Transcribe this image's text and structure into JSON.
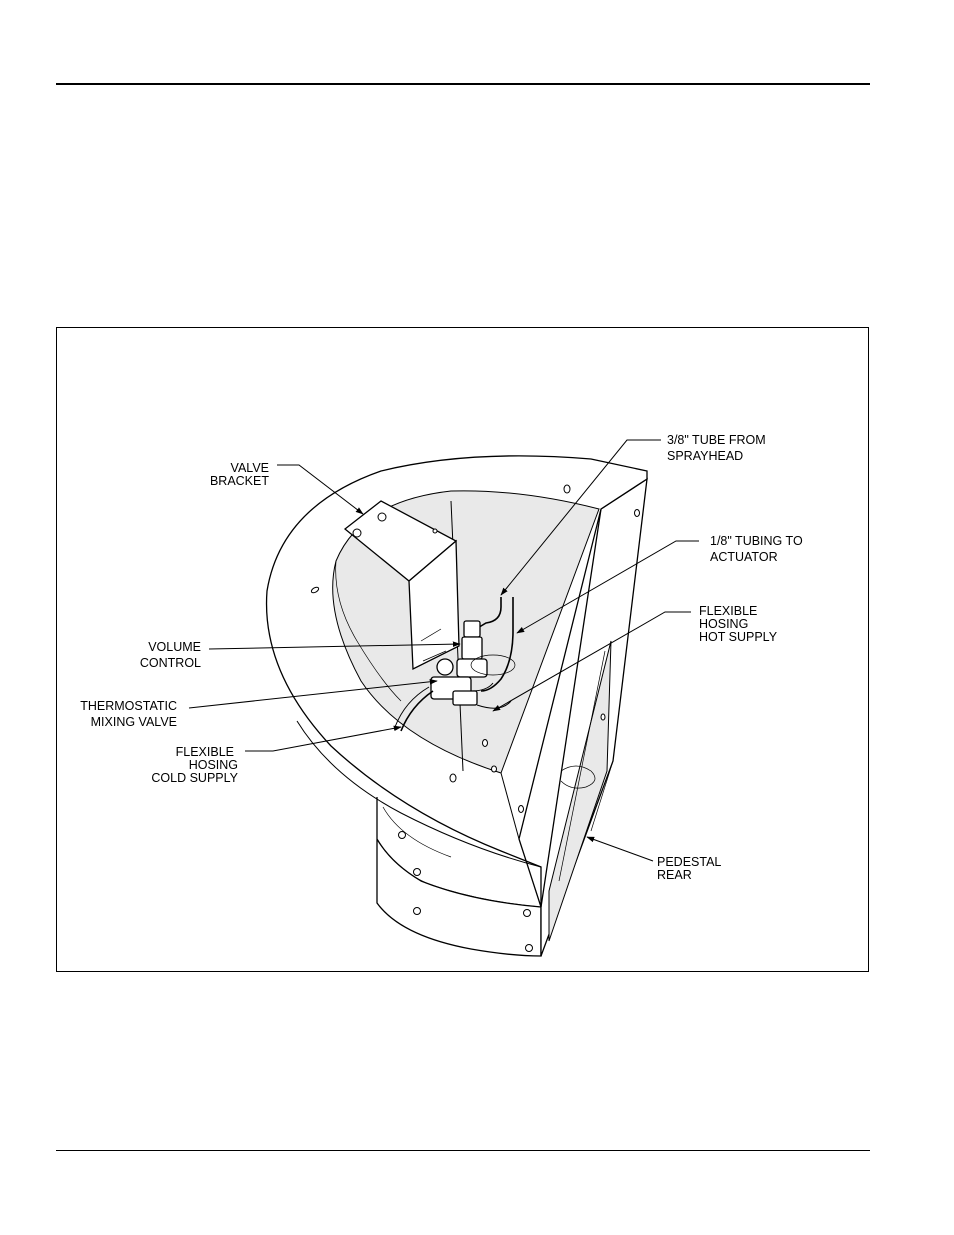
{
  "figure": {
    "labels": {
      "tube_line1": "3/8\" TUBE FROM",
      "tube_line2": "SPRAYHEAD",
      "valve_line1": "VALVE",
      "valve_line2": "BRACKET",
      "tubing_line1": "1/8\" TUBING TO",
      "tubing_line2": "ACTUATOR",
      "hot_line1": "FLEXIBLE",
      "hot_line2": "HOSING",
      "hot_line3": "HOT SUPPLY",
      "volume_line1": "VOLUME",
      "volume_line2": "CONTROL",
      "thermo_line1": "THERMOSTATIC",
      "thermo_line2": "MIXING VALVE",
      "cold_line1": "FLEXIBLE",
      "cold_line2": "HOSING",
      "cold_line3": "COLD SUPPLY",
      "pedestal_line1": "PEDESTAL",
      "pedestal_line2": "REAR"
    }
  }
}
